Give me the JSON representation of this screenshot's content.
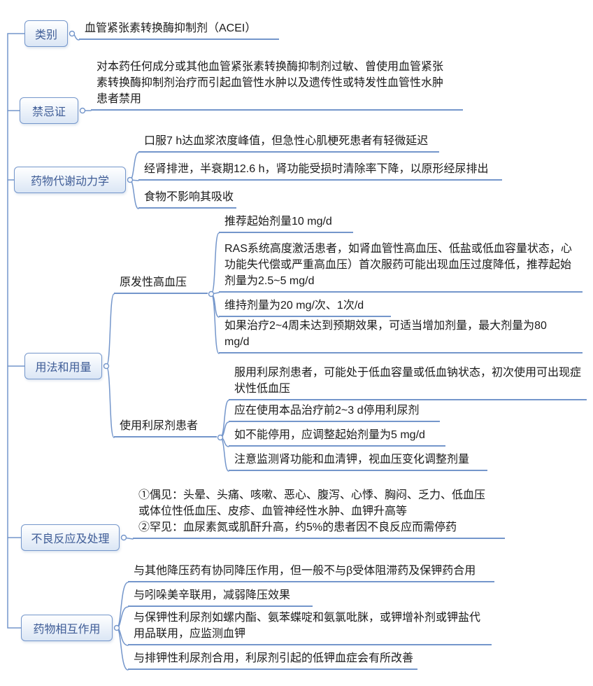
{
  "map": {
    "colors": {
      "line": "#7496cb",
      "node_border": "#7496cb",
      "node_fill_top": "#ffffff",
      "node_fill_bottom": "#dbe6f5",
      "node_text": "#3e5c96",
      "leaf_text": "#1a1a1a"
    },
    "branches": [
      {
        "label": "类别",
        "leaves": [
          {
            "lines": [
              "血管紧张素转换酶抑制剂（ACEI）"
            ]
          }
        ]
      },
      {
        "label": "禁忌证",
        "leaves": [
          {
            "lines": [
              "对本药任何成分或其他血管紧张素转换酶抑制剂过敏、曾使用血管紧张",
              "素转换酶抑制剂治疗而引起血管性水肿以及遗传性或特发性血管性水肿",
              "患者禁用"
            ]
          }
        ]
      },
      {
        "label": "药物代谢动力学",
        "leaves": [
          {
            "lines": [
              "口服7 h达血浆浓度峰值，但急性心肌梗死患者有轻微延迟"
            ]
          },
          {
            "lines": [
              "经肾排泄，半衰期12.6 h，肾功能受损时清除率下降，以原形经尿排出"
            ]
          },
          {
            "lines": [
              "食物不影响其吸收"
            ]
          }
        ]
      },
      {
        "label": "用法和用量",
        "children": [
          {
            "label": "原发性高血压",
            "leaves": [
              {
                "lines": [
                  "推荐起始剂量10 mg/d"
                ]
              },
              {
                "lines": [
                  "RAS系统高度激活患者，如肾血管性高血压、低盐或低血容量状态，心",
                  "功能失代偿或严重高血压）首次服药可能出现血压过度降低，推荐起始",
                  "剂量为2.5~5 mg/d"
                ]
              },
              {
                "lines": [
                  "维持剂量为20 mg/次、1次/d"
                ]
              },
              {
                "lines": [
                  "如果治疗2~4周未达到预期效果，可适当增加剂量，最大剂量为80",
                  "mg/d"
                ]
              }
            ]
          },
          {
            "label": "使用利尿剂患者",
            "leaves": [
              {
                "lines": [
                  "服用利尿剂患者，可能处于低血容量或低血钠状态，初次使用可出现症",
                  "状性低血压"
                ]
              },
              {
                "lines": [
                  "应在使用本品治疗前2~3 d停用利尿剂"
                ]
              },
              {
                "lines": [
                  "如不能停用，应调整起始剂量为5 mg/d"
                ]
              },
              {
                "lines": [
                  "注意监测肾功能和血清钾，视血压变化调整剂量"
                ]
              }
            ]
          }
        ]
      },
      {
        "label": "不良反应及处理",
        "leaves": [
          {
            "lines": [
              "①偶见：头晕、头痛、咳嗽、恶心、腹泻、心悸、胸闷、乏力、低血压",
              "或体位性低血压、皮疹、血管神经性水肿、血钾升高等",
              "②罕见：血尿素氮或肌酐升高，约5%的患者因不良反应而需停药"
            ]
          }
        ]
      },
      {
        "label": "药物相互作用",
        "leaves": [
          {
            "lines": [
              "与其他降压药有协同降压作用，但一般不与β受体阻滞药及保钾药合用"
            ]
          },
          {
            "lines": [
              "与吲哚美辛联用，减弱降压效果"
            ]
          },
          {
            "lines": [
              "与保钾性利尿剂如螺内酯、氨苯蝶啶和氨氯吡脒，或钾增补剂或钾盐代",
              "用品联用，应监测血钾"
            ]
          },
          {
            "lines": [
              "与排钾性利尿剂合用，利尿剂引起的低钾血症会有所改善"
            ]
          }
        ]
      }
    ]
  }
}
